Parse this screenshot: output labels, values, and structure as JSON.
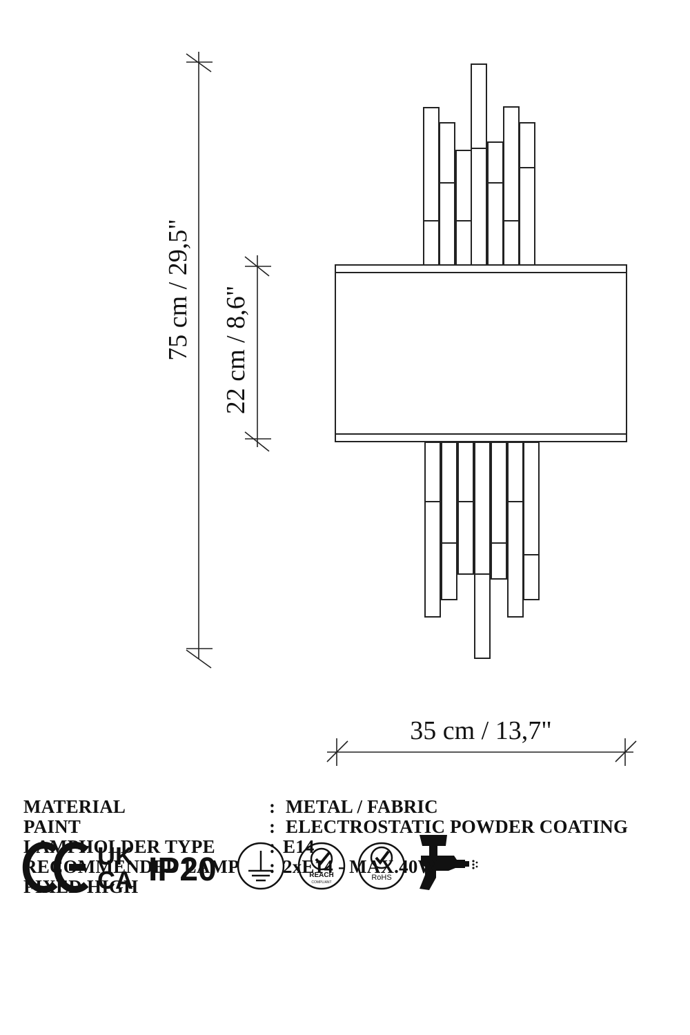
{
  "dimensions": {
    "height_total": "75 cm / 29,5\"",
    "height_shade": "22 cm / 8,6\"",
    "width": "35 cm / 13,7\""
  },
  "specs": [
    {
      "label": "MATERIAL",
      "colon": ":",
      "value": "METAL  / FABRIC"
    },
    {
      "label": "PAINT",
      "colon": ":",
      "value": "ELECTROSTATIC POWDER COATING"
    },
    {
      "label": "LAMPHOLDER TYPE",
      "colon": ":",
      "value": "E14"
    },
    {
      "label": "RECOMMENDED LAMP",
      "colon": ":",
      "value": "2xE14 - MAX.40W"
    },
    {
      "label": "FIXED HIGH",
      "colon": "",
      "value": ""
    }
  ],
  "certifications": {
    "ce": "CE",
    "ukca_top": "UK",
    "ukca_bottom": "CA",
    "ip": "IP20",
    "reach": "REACH",
    "reach_sub": "COMPLIANT",
    "rohs": "RoHS"
  },
  "icons": [
    "ce-mark-icon",
    "ukca-mark-icon",
    "ground-symbol-icon",
    "reach-compliant-icon",
    "rohs-icon",
    "spray-gun-icon"
  ]
}
